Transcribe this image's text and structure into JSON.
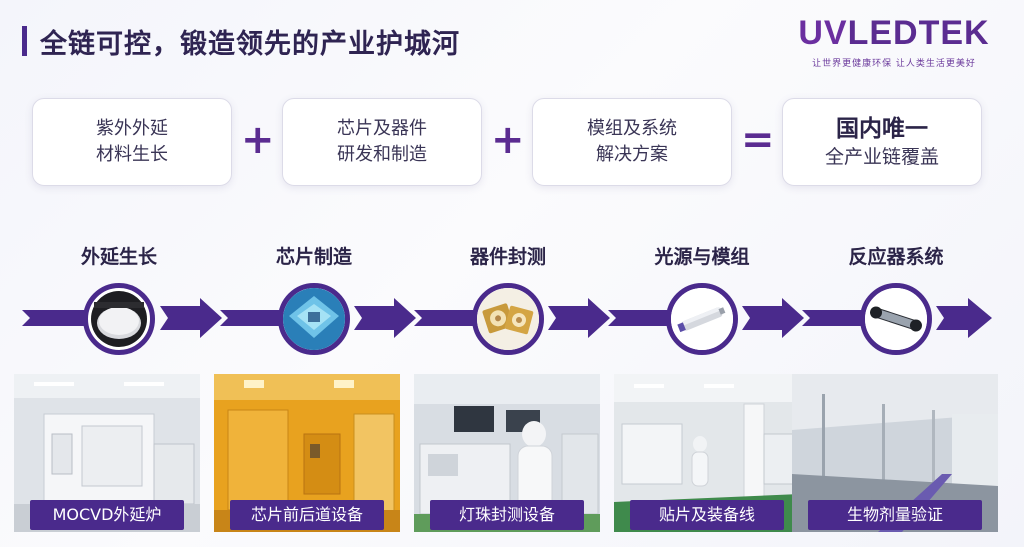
{
  "header": {
    "title": "全链可控，锻造领先的产业护城河",
    "logo_text_a": "UV",
    "logo_text_b": "LEDTEK",
    "logo_tagline": "让世界更健康环保  让人类生活更美好"
  },
  "formula": {
    "boxes": [
      {
        "line1": "紫外外延",
        "line2": "材料生长"
      },
      {
        "line1": "芯片及器件",
        "line2": "研发和制造"
      },
      {
        "line1": "模组及系统",
        "line2": "解决方案"
      },
      {
        "line1": "国内唯一",
        "line2": "全产业链覆盖"
      }
    ],
    "plus": "+",
    "equals": "="
  },
  "chain": {
    "stages": [
      {
        "label": "外延生长",
        "icon": "wafer-icon"
      },
      {
        "label": "芯片制造",
        "icon": "chip-icon"
      },
      {
        "label": "器件封测",
        "icon": "led-package-icon"
      },
      {
        "label": "光源与模组",
        "icon": "light-module-icon"
      },
      {
        "label": "反应器系统",
        "icon": "reactor-icon"
      }
    ]
  },
  "facilities": [
    {
      "caption": "MOCVD外延炉"
    },
    {
      "caption": "芯片前后道设备"
    },
    {
      "caption": "灯珠封测设备"
    },
    {
      "caption": "贴片及装备线"
    },
    {
      "caption": "生物剂量验证"
    }
  ],
  "colors": {
    "brand_purple": "#4a2a8c",
    "title_text": "#2f2452"
  }
}
